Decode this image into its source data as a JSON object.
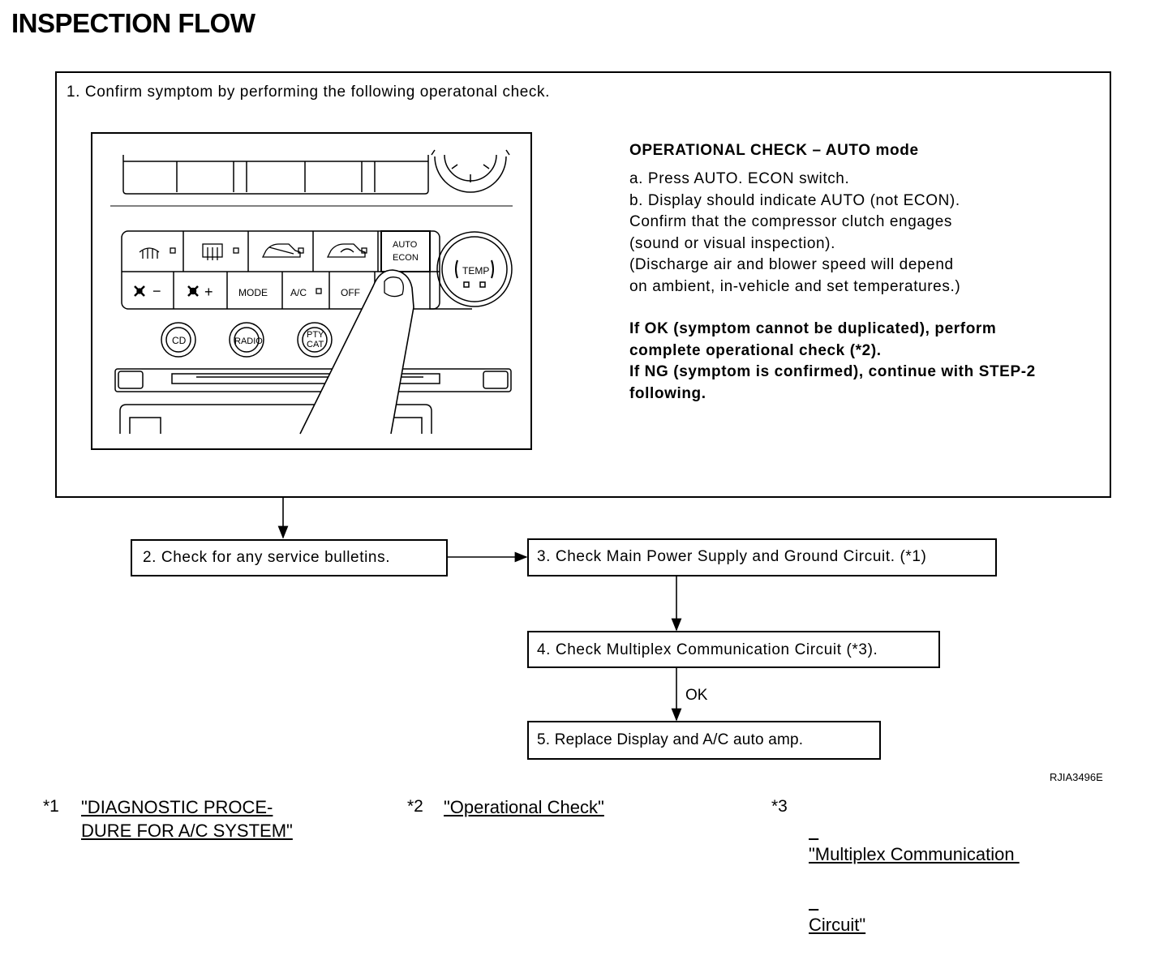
{
  "page_title": "INSPECTION FLOW",
  "step1": {
    "text": "1. Confirm symptom by performing the following operatonal check.",
    "panel": {
      "auto_label_1": "AUTO",
      "auto_label_2": "ECON",
      "mode_label": "MODE",
      "ac_label": "A/C",
      "off_label": "OFF",
      "temp_label": "TEMP",
      "fan_minus": "−",
      "fan_plus": "+",
      "cd_label": "CD",
      "radio_label": "RADIO",
      "pty_label_1": "PTY",
      "pty_label_2": "CAT"
    },
    "operational_check": {
      "heading": "OPERATIONAL CHECK – AUTO mode",
      "lines": [
        "a. Press AUTO. ECON switch.",
        "b. Display should indicate AUTO (not ECON).",
        "Confirm that the compressor clutch engages",
        "(sound or visual inspection).",
        "(Discharge air and blower speed will depend",
        "on ambient, in-vehicle and set temperatures.)"
      ],
      "result_lines": [
        "If OK (symptom cannot be duplicated), perform",
        "complete operational check (*2).",
        "If NG (symptom is confirmed), continue with STEP-2",
        "following."
      ]
    }
  },
  "step2": "2. Check for any service bulletins.",
  "step3": "3. Check Main Power Supply and Ground Circuit. (*1)",
  "step4": "4. Check Multiplex Communication Circuit (*3).",
  "step4_ok": "OK",
  "step5": "5. Replace Display and A/C auto amp.",
  "figure_code": "RJIA3496E",
  "footnotes": [
    {
      "mark": "*1",
      "line1": "\"DIAGNOSTIC PROCE-",
      "line2": "DURE FOR A/C SYSTEM\""
    },
    {
      "mark": "*2",
      "line1": "\"Operational Check\"",
      "line2": ""
    },
    {
      "mark": "*3",
      "line1": "\"Multiplex Communication ",
      "line2": "Circuit\""
    }
  ]
}
